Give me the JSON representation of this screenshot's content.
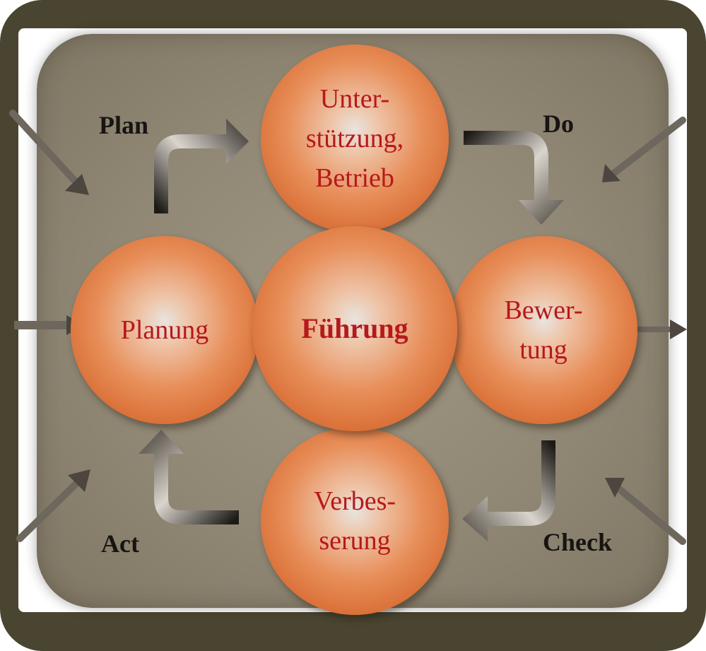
{
  "diagram": {
    "phases": {
      "plan": "Plan",
      "do": "Do",
      "check": "Check",
      "act": "Act"
    },
    "circles": {
      "top": "Unter-\nstützung,\nBetrieb",
      "left": "Planung",
      "center": "Führung",
      "right": "Bewer-\ntung",
      "bottom": "Verbes-\nserung"
    }
  }
}
